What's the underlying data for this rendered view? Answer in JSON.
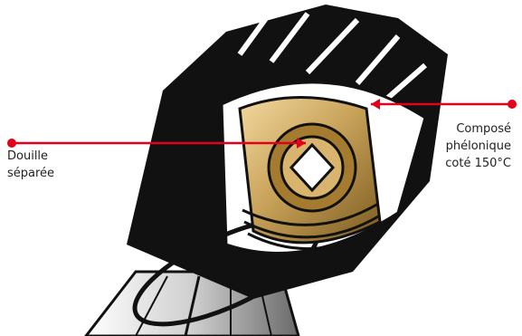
{
  "callouts": {
    "left": {
      "lines": [
        "Douille",
        "séparée"
      ]
    },
    "right": {
      "lines": [
        "Composé",
        "phélonique",
        "coté 150°C"
      ]
    }
  },
  "colors": {
    "accent": "#e2001a",
    "brass": "#c9a35a",
    "brass_dark": "#7a5a1e",
    "black": "#111111"
  }
}
